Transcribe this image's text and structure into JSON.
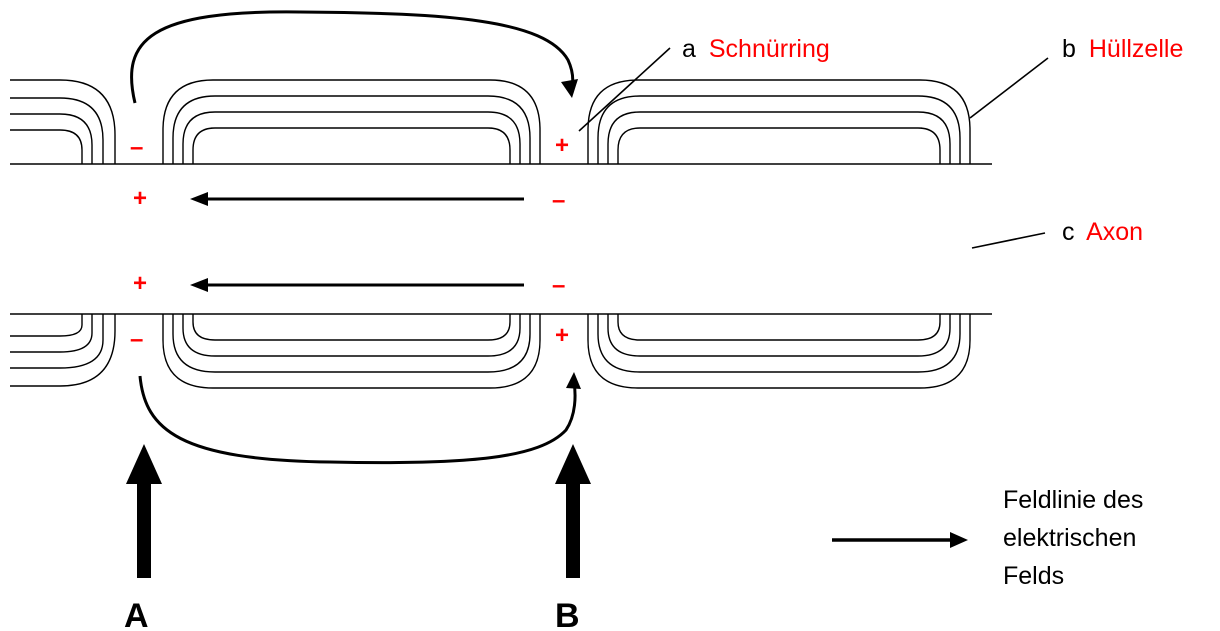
{
  "labels": {
    "a_letter": "a",
    "a_name": "Schnürring",
    "b_letter": "b",
    "b_name": "Hüllzelle",
    "c_letter": "c",
    "c_name": "Axon"
  },
  "positions": {
    "A": "A",
    "B": "B"
  },
  "signs": {
    "plus": "+",
    "minus": "–"
  },
  "legend": {
    "line1": "Feldlinie des",
    "line2": "elektrischen",
    "line3": "Felds"
  },
  "colors": {
    "label_accent": "#ff0000",
    "charge": "#ff0000",
    "lines": "#000000"
  }
}
